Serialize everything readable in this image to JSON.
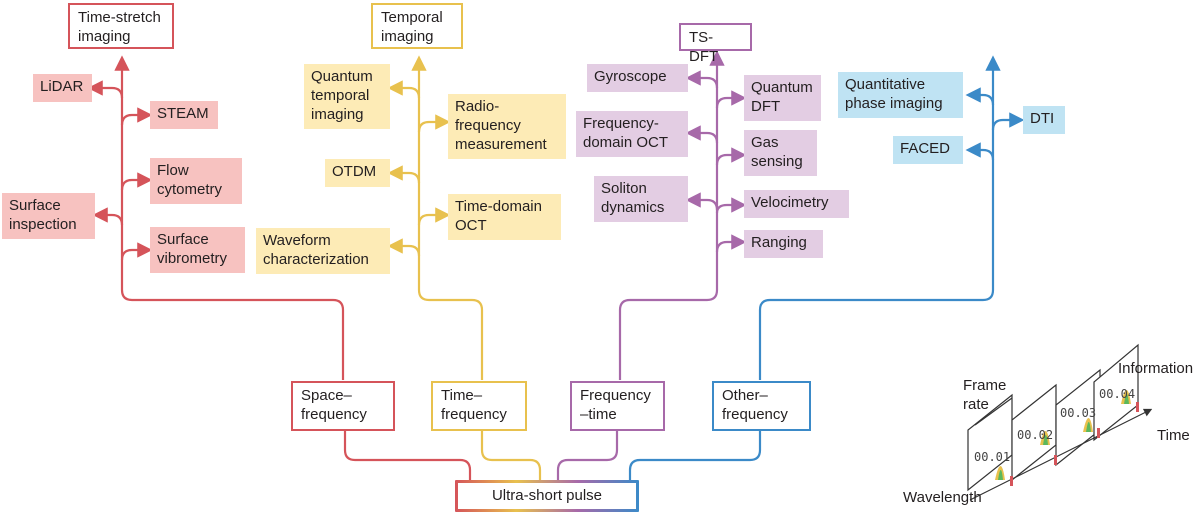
{
  "root": "Ultra-short pulse",
  "branches": {
    "space": "Space–\nfrequency",
    "time": "Time–\nfrequency",
    "frequency": "Frequency\n–time",
    "other": "Other–\nfrequency"
  },
  "categories": {
    "timestretch": "Time-stretch\nimaging",
    "temporal": "Temporal\nimaging",
    "tsdft": "TS-DFT"
  },
  "red_items": {
    "lidar": "LiDAR",
    "steam": "STEAM",
    "flow": "Flow\ncytometry",
    "surface_inspection": "Surface\ninspection",
    "surface_vibrometry": "Surface\nvibrometry"
  },
  "yellow_items": {
    "quantum_temporal": "Quantum\ntemporal\nimaging",
    "radio": "Radio-\nfrequency\nmeasurement",
    "otdm": "OTDM",
    "time_domain_oct": "Time-domain\nOCT",
    "waveform": "Waveform\ncharacterization"
  },
  "purple_items": {
    "gyroscope": "Gyroscope",
    "quantum_dft": "Quantum\nDFT",
    "freq_oct": "Frequency-\ndomain OCT",
    "gas": "Gas\nsensing",
    "soliton": "Soliton\ndynamics",
    "velocimetry": "Velocimetry",
    "ranging": "Ranging"
  },
  "blue_items": {
    "qpi": "Quantitative\nphase imaging",
    "dti": "DTI",
    "faced": "FACED"
  },
  "inset": {
    "frame_rate": "Frame\nrate",
    "information": "Information",
    "time": "Time",
    "wavelength": "Wavelength",
    "timestamps": [
      "00.01",
      "00.02",
      "00.03",
      "00.04"
    ]
  },
  "colors": {
    "red": "#d5545a",
    "yellow": "#e8c14e",
    "purple": "#a769a9",
    "blue": "#3b8ac8"
  }
}
